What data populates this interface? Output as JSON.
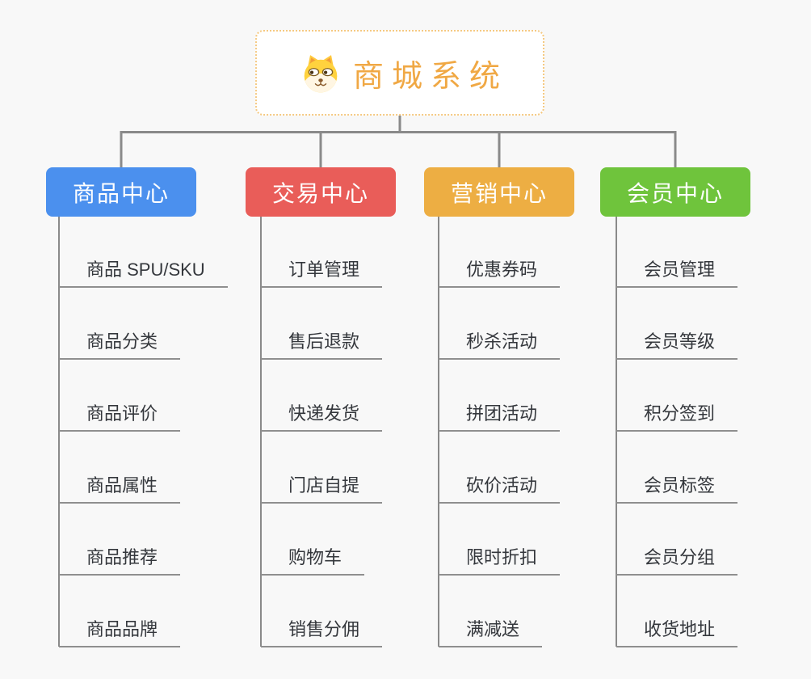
{
  "diagram": {
    "type": "mindmap-org-chart",
    "background_color": "#f8f8f8",
    "connector_color": "#8a8a8a"
  },
  "root": {
    "label": "商城系统",
    "icon": "dog-face-icon",
    "text_color": "#f0a844",
    "border_color": "#f5c982"
  },
  "branches": [
    {
      "label": "商品中心",
      "color": "#4b90ee",
      "children": [
        "商品 SPU/SKU",
        "商品分类",
        "商品评价",
        "商品属性",
        "商品推荐",
        "商品品牌"
      ]
    },
    {
      "label": "交易中心",
      "color": "#e95d59",
      "children": [
        "订单管理",
        "售后退款",
        "快递发货",
        "门店自提",
        "购物车",
        "销售分佣"
      ]
    },
    {
      "label": "营销中心",
      "color": "#edae43",
      "children": [
        "优惠券码",
        "秒杀活动",
        "拼团活动",
        "砍价活动",
        "限时折扣",
        "满减送"
      ]
    },
    {
      "label": "会员中心",
      "color": "#6fc43c",
      "children": [
        "会员管理",
        "会员等级",
        "积分签到",
        "会员标签",
        "会员分组",
        "收货地址"
      ]
    }
  ]
}
